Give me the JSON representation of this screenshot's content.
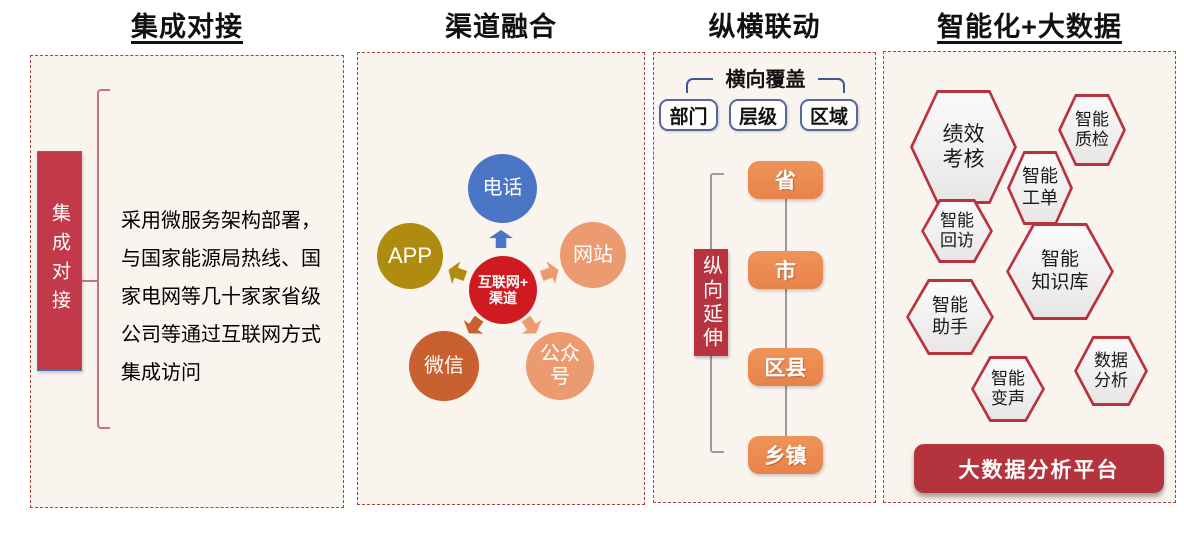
{
  "titles": {
    "t1": "集成对接",
    "t2": "渠道融合",
    "t3": "纵横联动",
    "t4": "智能化+大数据"
  },
  "integration": {
    "side_label": "集成对接",
    "desc_lines": [
      "采用微服务架构部署，",
      "与国家能源局热线、国",
      "家电网等几十家家省级",
      "公司等通过互联网方式",
      "集成访问"
    ]
  },
  "channels": {
    "hub_line1": "互联网+",
    "hub_line2": "渠道",
    "phone": "电话",
    "app": "APP",
    "website": "网站",
    "wechat": "微信",
    "public_line1": "公众",
    "public_line2": "号"
  },
  "linkage": {
    "horizontal_label": "横向覆盖",
    "horizontal_items": [
      "部门",
      "层级",
      "区域"
    ],
    "vertical_label": "纵向延伸",
    "levels": [
      "省",
      "市",
      "区县",
      "乡镇"
    ]
  },
  "smart": {
    "hexagons": [
      {
        "line1": "绩效",
        "line2": "考核"
      },
      {
        "line1": "智能",
        "line2": "质检"
      },
      {
        "line1": "智能",
        "line2": "工单"
      },
      {
        "line1": "智能",
        "line2": "回访"
      },
      {
        "line1": "智能",
        "line2": "知识库"
      },
      {
        "line1": "智能",
        "line2": "助手"
      },
      {
        "line1": "智能",
        "line2": "变声"
      },
      {
        "line1": "数据",
        "line2": "分析"
      }
    ],
    "platform_button": "大数据分析平台"
  },
  "colors": {
    "crimson": "#B5333D",
    "panel1_box_red": "#C2394A",
    "hub_red": "#CE1A20",
    "phone_blue": "#4A76C5",
    "app_gold": "#AF8C0F",
    "light_orange": "#EC9B70",
    "wechat_orange": "#C8602F",
    "chain_orange": "#E9874F",
    "navy_box_border": "#55679B",
    "bracket_blue": "#41588F",
    "bracket_pink": "#C4737E",
    "gray_line": "#9B9B9B",
    "panel_bg": "#FAF4EF",
    "dashed_border": "#A84444",
    "box_blue_border": "#4472C4"
  }
}
